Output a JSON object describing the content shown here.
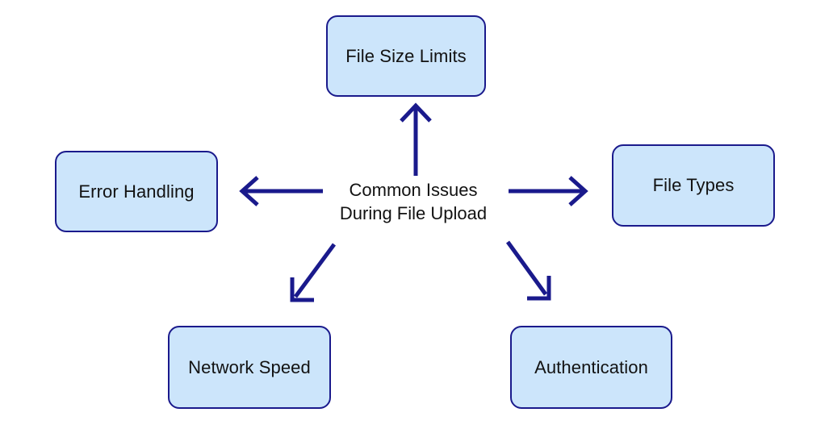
{
  "diagram": {
    "type": "radial-concept-map",
    "center": {
      "name": "central-topic",
      "line1": "Common Issues",
      "line2": "During File Upload",
      "text_color": "#121212"
    },
    "style": {
      "node_fill": "#cce5fb",
      "node_border": "#1a1a8c",
      "edge_color": "#1a1a8c",
      "background": "#ffffff",
      "node_text_color": "#121212"
    },
    "nodes": [
      {
        "id": "top",
        "label": "File Size Limits",
        "direction": "up"
      },
      {
        "id": "left",
        "label": "Error Handling",
        "direction": "left"
      },
      {
        "id": "right",
        "label": "File Types",
        "direction": "right"
      },
      {
        "id": "bleft",
        "label": "Network Speed",
        "direction": "down-left"
      },
      {
        "id": "bright",
        "label": "Authentication",
        "direction": "down-right"
      }
    ],
    "edges": [
      {
        "from": "central-topic",
        "to": "top",
        "arrow": "single",
        "head": "open-chevron"
      },
      {
        "from": "central-topic",
        "to": "left",
        "arrow": "single",
        "head": "open-chevron"
      },
      {
        "from": "central-topic",
        "to": "right",
        "arrow": "single",
        "head": "open-chevron"
      },
      {
        "from": "central-topic",
        "to": "bleft",
        "arrow": "single",
        "head": "open-chevron"
      },
      {
        "from": "central-topic",
        "to": "bright",
        "arrow": "single",
        "head": "open-chevron"
      }
    ]
  }
}
